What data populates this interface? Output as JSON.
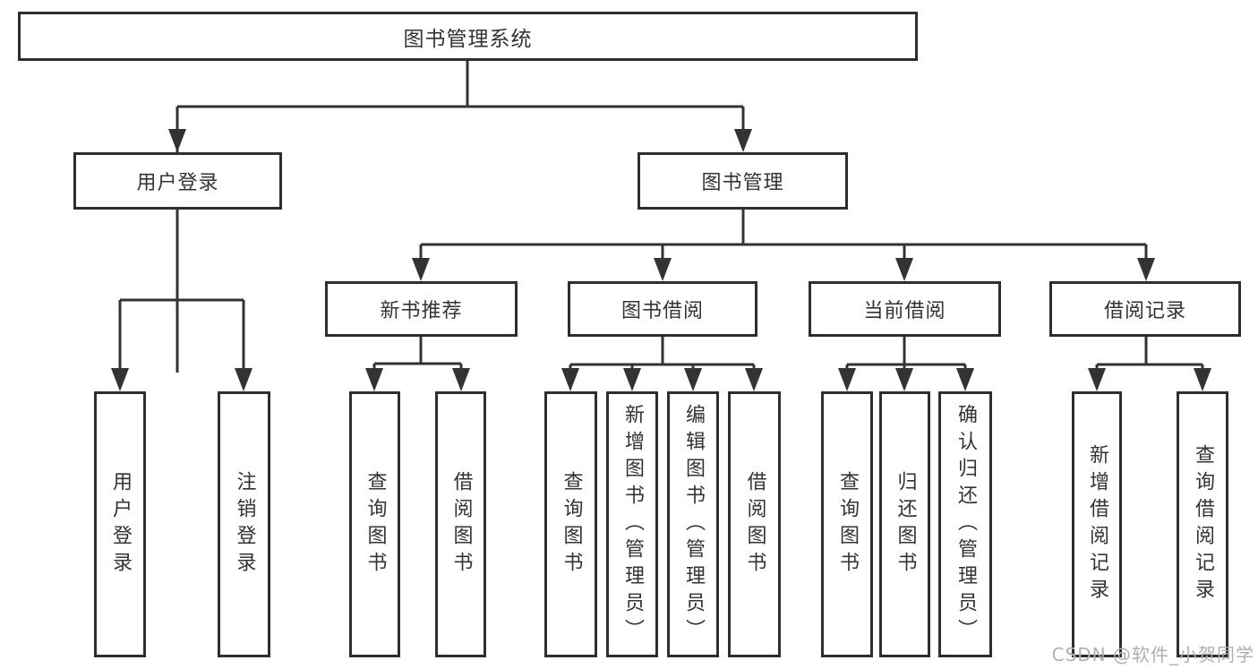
{
  "diagram": {
    "root": {
      "label": "图书管理系统"
    },
    "branches": [
      {
        "label": "用户登录",
        "children": [
          {
            "label": "用户登录"
          },
          {
            "label": "注销登录"
          }
        ]
      },
      {
        "label": "图书管理",
        "children": [
          {
            "label": "新书推荐",
            "children": [
              {
                "label": "查询图书"
              },
              {
                "label": "借阅图书"
              }
            ]
          },
          {
            "label": "图书借阅",
            "children": [
              {
                "label": "查询图书"
              },
              {
                "label": "新增图书（管理员）"
              },
              {
                "label": "编辑图书（管理员）"
              },
              {
                "label": "借阅图书"
              }
            ]
          },
          {
            "label": "当前借阅",
            "children": [
              {
                "label": "查询图书"
              },
              {
                "label": "归还图书"
              },
              {
                "label": "确认归还（管理员）"
              }
            ]
          },
          {
            "label": "借阅记录",
            "children": [
              {
                "label": "新增借阅记录"
              },
              {
                "label": "查询借阅记录"
              }
            ]
          }
        ]
      }
    ]
  },
  "watermark": "CSDN @软件_小贺同学",
  "colors": {
    "line": "#333333",
    "box_border": "#2e2e2e",
    "text": "#333333",
    "watermark": "#b0b0b0",
    "background": "#ffffff"
  }
}
